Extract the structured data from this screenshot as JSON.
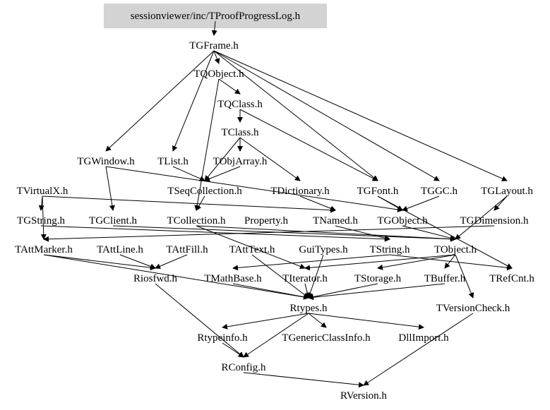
{
  "root": "sessionviewer/inc/TProofProgressLog.h",
  "colors": {
    "root_fill": "#d3d3d3",
    "edge": "#000000"
  },
  "nodes": [
    "sessionviewer/inc/TProofProgressLog.h",
    "TGFrame.h",
    "TQObject.h",
    "TQClass.h",
    "TClass.h",
    "TGWindow.h",
    "TList.h",
    "TObjArray.h",
    "TVirtualX.h",
    "TSeqCollection.h",
    "TDictionary.h",
    "TGFont.h",
    "TGGC.h",
    "TGLayout.h",
    "TGString.h",
    "TGClient.h",
    "TCollection.h",
    "Property.h",
    "TNamed.h",
    "TGObject.h",
    "TGDimension.h",
    "TAttMarker.h",
    "TAttLine.h",
    "TAttFill.h",
    "TAttText.h",
    "GuiTypes.h",
    "TString.h",
    "TObject.h",
    "Riosfwd.h",
    "TMathBase.h",
    "TIterator.h",
    "TStorage.h",
    "TBuffer.h",
    "TRefCnt.h",
    "Rtypes.h",
    "TVersionCheck.h",
    "Rtypeinfo.h",
    "TGenericClassInfo.h",
    "DllImport.h",
    "RConfig.h",
    "RVersion.h"
  ],
  "edges": [
    [
      "sessionviewer/inc/TProofProgressLog.h",
      "TGFrame.h"
    ],
    [
      "TGFrame.h",
      "TQObject.h"
    ],
    [
      "TGFrame.h",
      "TGWindow.h"
    ],
    [
      "TGFrame.h",
      "TList.h"
    ],
    [
      "TGFrame.h",
      "TGFont.h"
    ],
    [
      "TGFrame.h",
      "TGGC.h"
    ],
    [
      "TGFrame.h",
      "TGLayout.h"
    ],
    [
      "TQObject.h",
      "TQClass.h"
    ],
    [
      "TQObject.h",
      "TCollection.h"
    ],
    [
      "TQClass.h",
      "TClass.h"
    ],
    [
      "TQClass.h",
      "TGFont.h"
    ],
    [
      "TClass.h",
      "TObjArray.h"
    ],
    [
      "TClass.h",
      "TDictionary.h"
    ],
    [
      "TClass.h",
      "TSeqCollection.h"
    ],
    [
      "TGWindow.h",
      "TGClient.h"
    ],
    [
      "TGWindow.h",
      "TGObject.h"
    ],
    [
      "TList.h",
      "TSeqCollection.h"
    ],
    [
      "TObjArray.h",
      "TSeqCollection.h"
    ],
    [
      "TVirtualX.h",
      "TGString.h"
    ],
    [
      "TVirtualX.h",
      "TNamed.h"
    ],
    [
      "TVirtualX.h",
      "TAttMarker.h"
    ],
    [
      "TSeqCollection.h",
      "TCollection.h"
    ],
    [
      "TDictionary.h",
      "TNamed.h"
    ],
    [
      "TGFont.h",
      "TGObject.h"
    ],
    [
      "TGFont.h",
      "TRefCnt.h"
    ],
    [
      "TGGC.h",
      "TGObject.h"
    ],
    [
      "TGLayout.h",
      "TGDimension.h"
    ],
    [
      "TGLayout.h",
      "TObject.h"
    ],
    [
      "TGString.h",
      "TString.h"
    ],
    [
      "TGClient.h",
      "TObject.h"
    ],
    [
      "TCollection.h",
      "TObject.h"
    ],
    [
      "TCollection.h",
      "TIterator.h"
    ],
    [
      "TNamed.h",
      "TString.h"
    ],
    [
      "TGObject.h",
      "TObject.h"
    ],
    [
      "TGDimension.h",
      "TAttMarker.h"
    ],
    [
      "TAttMarker.h",
      "Riosfwd.h"
    ],
    [
      "TAttMarker.h",
      "Rtypes.h"
    ],
    [
      "TAttLine.h",
      "Riosfwd.h"
    ],
    [
      "TAttFill.h",
      "Riosfwd.h"
    ],
    [
      "TAttText.h",
      "Rtypes.h"
    ],
    [
      "GuiTypes.h",
      "Rtypes.h"
    ],
    [
      "TString.h",
      "TMathBase.h"
    ],
    [
      "TString.h",
      "TRefCnt.h"
    ],
    [
      "TObject.h",
      "TStorage.h"
    ],
    [
      "TObject.h",
      "TBuffer.h"
    ],
    [
      "TObject.h",
      "TVersionCheck.h"
    ],
    [
      "TObject.h",
      "TIterator.h"
    ],
    [
      "Riosfwd.h",
      "RConfig.h"
    ],
    [
      "TMathBase.h",
      "Rtypes.h"
    ],
    [
      "TIterator.h",
      "Rtypes.h"
    ],
    [
      "TStorage.h",
      "Rtypes.h"
    ],
    [
      "TBuffer.h",
      "Rtypes.h"
    ],
    [
      "TVersionCheck.h",
      "RVersion.h"
    ],
    [
      "Rtypes.h",
      "Rtypeinfo.h"
    ],
    [
      "Rtypes.h",
      "TGenericClassInfo.h"
    ],
    [
      "Rtypes.h",
      "DllImport.h"
    ],
    [
      "Rtypes.h",
      "RConfig.h"
    ],
    [
      "Rtypeinfo.h",
      "RConfig.h"
    ],
    [
      "RConfig.h",
      "RVersion.h"
    ]
  ]
}
